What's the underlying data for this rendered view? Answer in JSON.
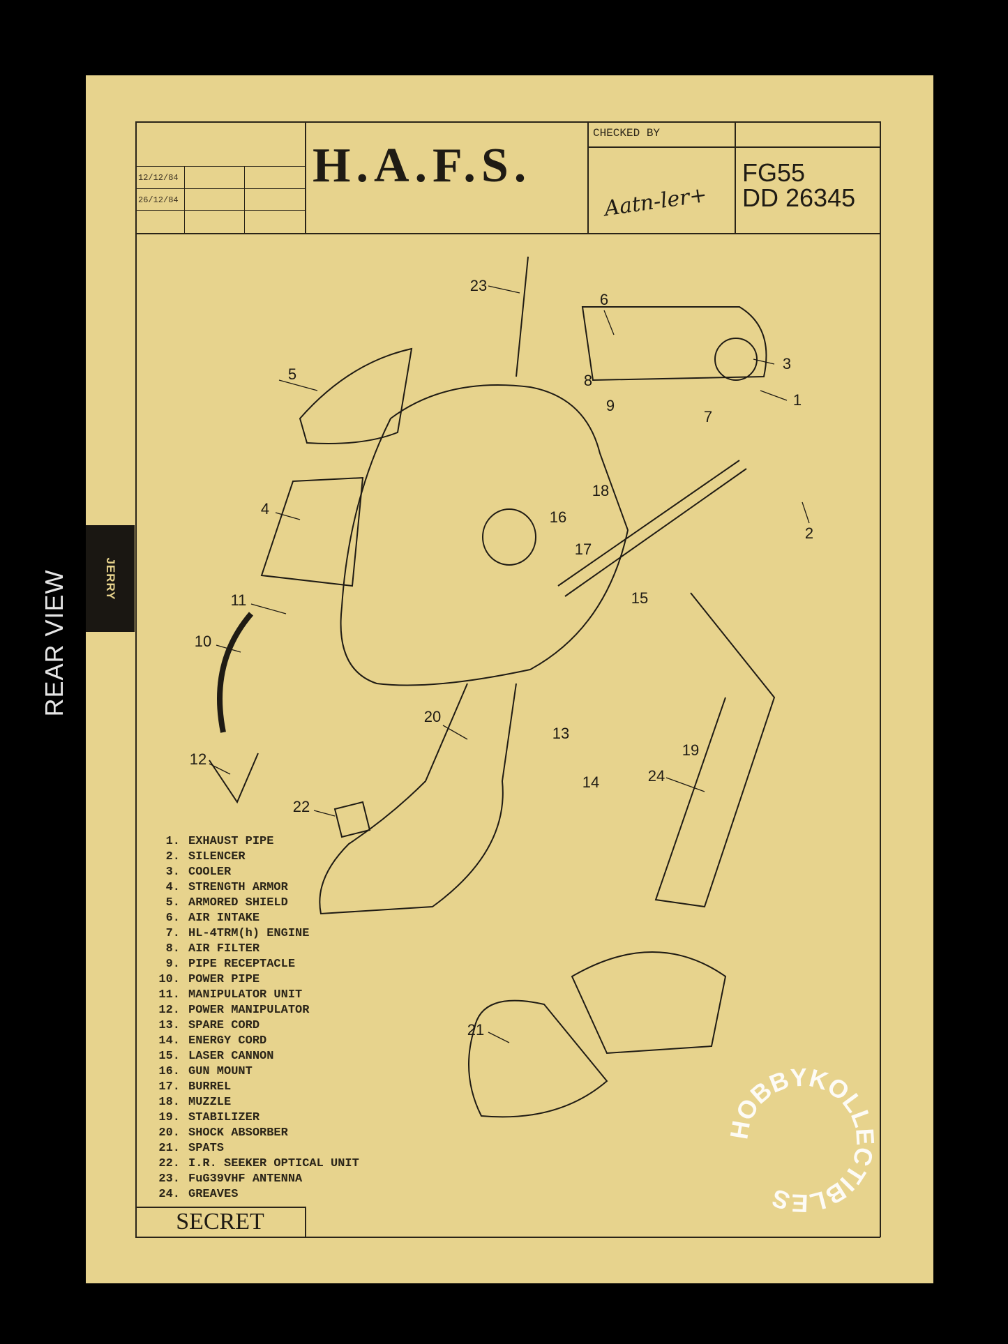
{
  "side_label": "REAR VIEW",
  "tab_label": "JERRY",
  "header": {
    "dates": [
      "12/12/84",
      "26/12/84"
    ],
    "title": "H.A.F.S.",
    "checked_by_label": "CHECKED BY",
    "signature": "Aatn-ler+",
    "code_line1": "FG55",
    "code_line2": "DD 26345"
  },
  "callouts": [
    "1",
    "2",
    "3",
    "4",
    "5",
    "6",
    "7",
    "8",
    "9",
    "10",
    "11",
    "12",
    "13",
    "14",
    "15",
    "16",
    "17",
    "18",
    "19",
    "20",
    "21",
    "22",
    "23",
    "24"
  ],
  "parts": [
    {
      "n": "1.",
      "label": "EXHAUST PIPE"
    },
    {
      "n": "2.",
      "label": "SILENCER"
    },
    {
      "n": "3.",
      "label": "COOLER"
    },
    {
      "n": "4.",
      "label": "STRENGTH ARMOR"
    },
    {
      "n": "5.",
      "label": "ARMORED SHIELD"
    },
    {
      "n": "6.",
      "label": "AIR INTAKE"
    },
    {
      "n": "7.",
      "label": "HL-4TRM(h) ENGINE"
    },
    {
      "n": "8.",
      "label": "AIR FILTER"
    },
    {
      "n": "9.",
      "label": "PIPE RECEPTACLE"
    },
    {
      "n": "10.",
      "label": "POWER PIPE"
    },
    {
      "n": "11.",
      "label": "MANIPULATOR UNIT"
    },
    {
      "n": "12.",
      "label": "POWER MANIPULATOR"
    },
    {
      "n": "13.",
      "label": "SPARE CORD"
    },
    {
      "n": "14.",
      "label": "ENERGY CORD"
    },
    {
      "n": "15.",
      "label": "LASER CANNON"
    },
    {
      "n": "16.",
      "label": "GUN MOUNT"
    },
    {
      "n": "17.",
      "label": "BURREL"
    },
    {
      "n": "18.",
      "label": "MUZZLE"
    },
    {
      "n": "19.",
      "label": "STABILIZER"
    },
    {
      "n": "20.",
      "label": "SHOCK ABSORBER"
    },
    {
      "n": "21.",
      "label": "SPATS"
    },
    {
      "n": "22.",
      "label": "I.R. SEEKER OPTICAL UNIT"
    },
    {
      "n": "23.",
      "label": "FuG39VHF ANTENNA"
    },
    {
      "n": "24.",
      "label": "GREAVES"
    }
  ],
  "footer": {
    "stamp": "SECRET"
  },
  "watermark": "HOBBYKOLLECTIBLES",
  "colors": {
    "paper": "#e7d38d",
    "ink": "#1f1b14",
    "background": "#000000"
  }
}
